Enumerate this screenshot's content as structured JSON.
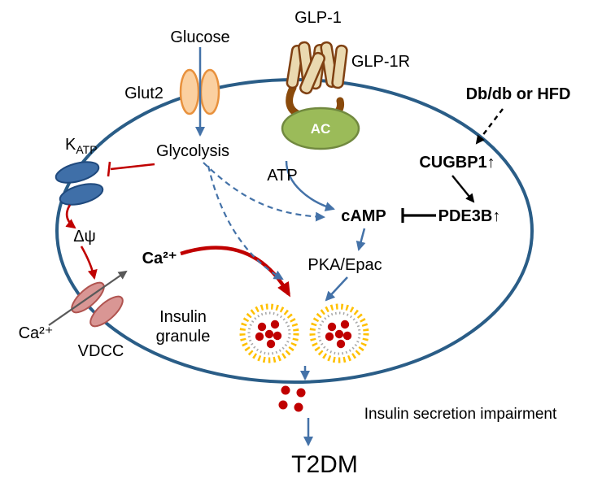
{
  "diagram": {
    "labels": {
      "glp1": "GLP-1",
      "glucose": "Glucose",
      "glp1r": "GLP-1R",
      "glut2": "Glut2",
      "db_hfd": "Db/db or HFD",
      "k": "K",
      "k_sub": "ATP",
      "glycolysis": "Glycolysis",
      "ac": "AC",
      "atp": "ATP",
      "cugbp1": "CUGBP1↑",
      "camp": "cAMP",
      "pde3b": "PDE3B↑",
      "delta_psi": "Δψ",
      "ca_in": "Ca²⁺",
      "pka_epac": "PKA/Epac",
      "insulin_line1": "Insulin",
      "insulin_line2": "granule",
      "ca_out": "Ca²⁺",
      "vdcc": "VDCC",
      "impairment": "Insulin secretion impairment",
      "t2dm": "T2DM"
    },
    "colors": {
      "membrane": "#2a5d87",
      "arrow_blue": "#4472a8",
      "arrow_red": "#c00000",
      "ac_fill": "#9bbb59",
      "ac_stroke": "#71893f",
      "glut2_fill": "#fbd0a0",
      "glut2_stroke": "#e8913d",
      "katp_fill": "#3f6fa8",
      "katp_stroke": "#1f497d",
      "vdcc_fill": "#d99694",
      "vdcc_stroke": "#b05450",
      "granule_ring": "#ffc000",
      "receptor_brown": "#8a4a0b"
    }
  }
}
